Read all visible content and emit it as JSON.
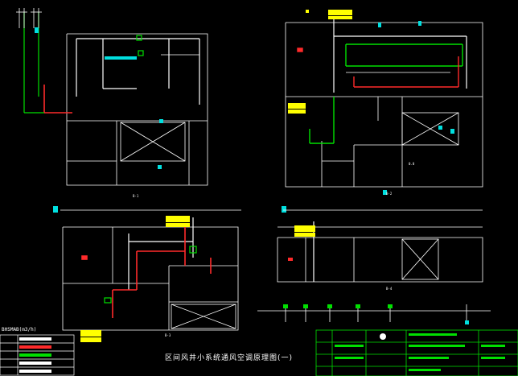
{
  "drawing": {
    "caption": "区间风井小系统通风空调原理图(一)",
    "colors": {
      "background": "#000000",
      "wall": "#ffffff",
      "duct_white": "#ffffff",
      "duct_red": "#ff2a2a",
      "duct_green": "#00e000",
      "label_box": "#ffff00",
      "marker": "#00e0e0",
      "titleblock": "#00e000"
    },
    "panels": {
      "top_left": {
        "plan_label": "B-1"
      },
      "top_right": {
        "plan_label": "B-2",
        "room_label": "0.0"
      },
      "bottom_left": {
        "plan_label": "B-3"
      },
      "bottom_right": {
        "plan_label": "B-4"
      }
    },
    "legend": {
      "header": "BHSMAB(m3/h)"
    },
    "titleblock": {
      "logo": "logo-icon"
    }
  }
}
